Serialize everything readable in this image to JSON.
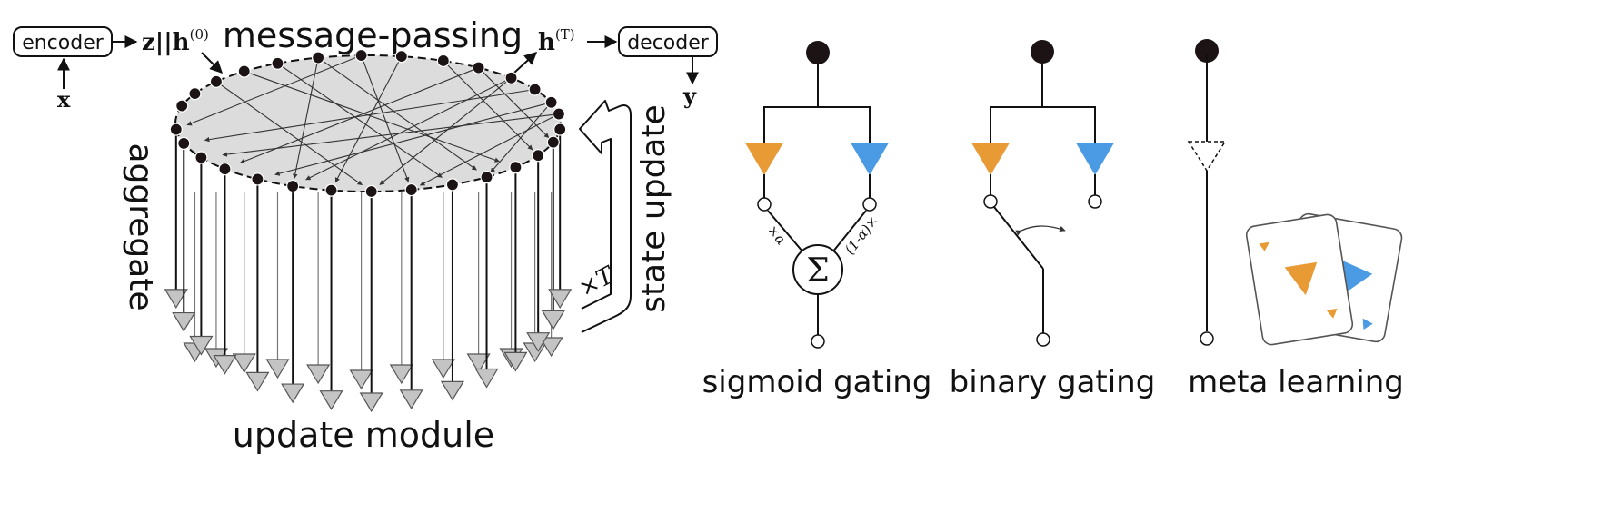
{
  "encoder": {
    "label": "encoder",
    "input": "x",
    "output": "z||h",
    "output_sup": "(0)"
  },
  "decoder": {
    "label": "decoder",
    "input": "h",
    "input_sup": "(T)",
    "output": "y"
  },
  "labels": {
    "message_passing": "message-passing",
    "aggregate": "aggregate",
    "state_update": "state update",
    "update_module": "update module",
    "repeat": "×T"
  },
  "gating": [
    {
      "name": "sigmoid gating",
      "left_weight": "×α",
      "right_weight": "(1-α)×",
      "combine": "Σ"
    },
    {
      "name": "binary gating"
    },
    {
      "name": "meta learning"
    }
  ],
  "colors": {
    "orange": "#e89a35",
    "blue": "#4a9be4",
    "node": "#1c1414",
    "graph_fill": "#dcdcdc",
    "arrow_head": "#c4c4c4"
  }
}
